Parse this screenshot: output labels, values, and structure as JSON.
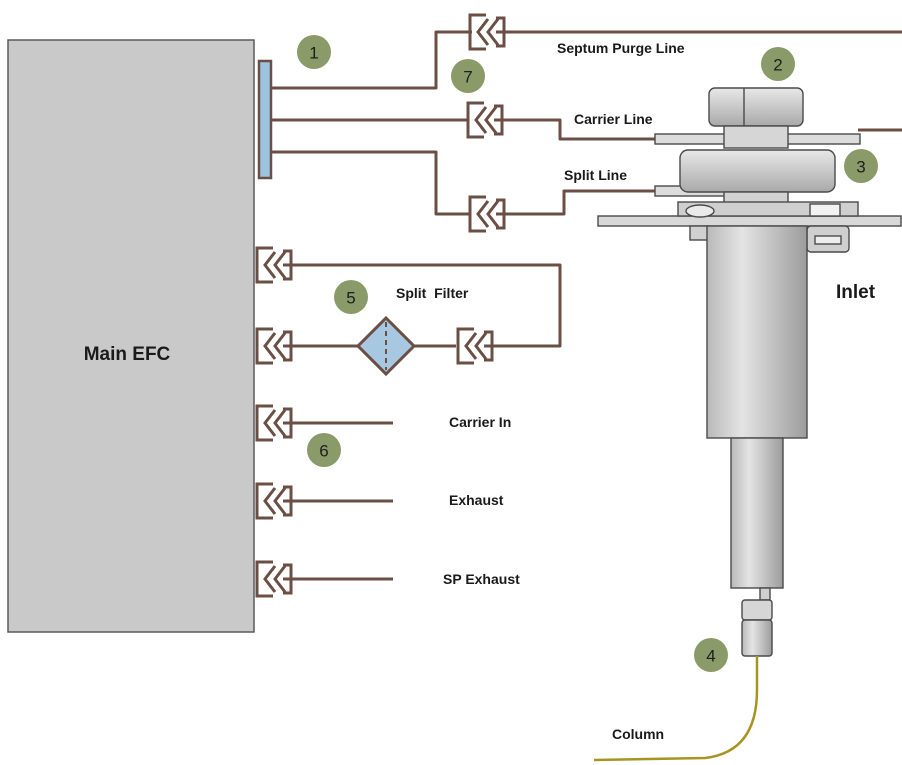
{
  "main_block": {
    "label": "Main EFC"
  },
  "inlet": {
    "label": "Inlet"
  },
  "lines": {
    "septum_purge": "Septum Purge Line",
    "carrier": "Carrier Line",
    "split": "Split Line",
    "split_filter": "Split  Filter",
    "carrier_in": "Carrier In",
    "exhaust": "Exhaust",
    "sp_exhaust": "SP Exhaust",
    "column": "Column"
  },
  "badges": [
    "1",
    "2",
    "3",
    "4",
    "5",
    "6",
    "7"
  ],
  "colors": {
    "pipe": "#6b4f44",
    "badge": "#8a9a68",
    "block": "#c9c9c9",
    "manifold": "#9ec3de",
    "filter": "#a8c8e2",
    "column": "#a89422"
  }
}
